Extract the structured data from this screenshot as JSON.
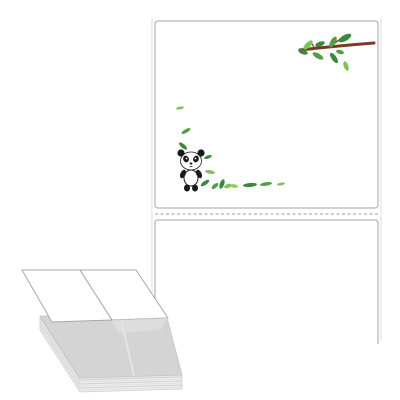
{
  "product": {
    "type": "fanfold thermal label stock",
    "colors": {
      "label_face": "#ffffff",
      "label_border": "#b8b8b8",
      "perforation": "#9a9a9a",
      "branch": "#7a3b21",
      "leaf_dark": "#3a8a3e",
      "leaf_light": "#7cc35a",
      "panda_black": "#1a1a1a",
      "stack_shadow": "#d0d0d0"
    }
  },
  "illustrations": {
    "top_right": "tree-branch-with-leaves",
    "bottom_left": "panda-with-leaves"
  },
  "icons": {
    "stack": "fanfold-label-stack-icon"
  }
}
